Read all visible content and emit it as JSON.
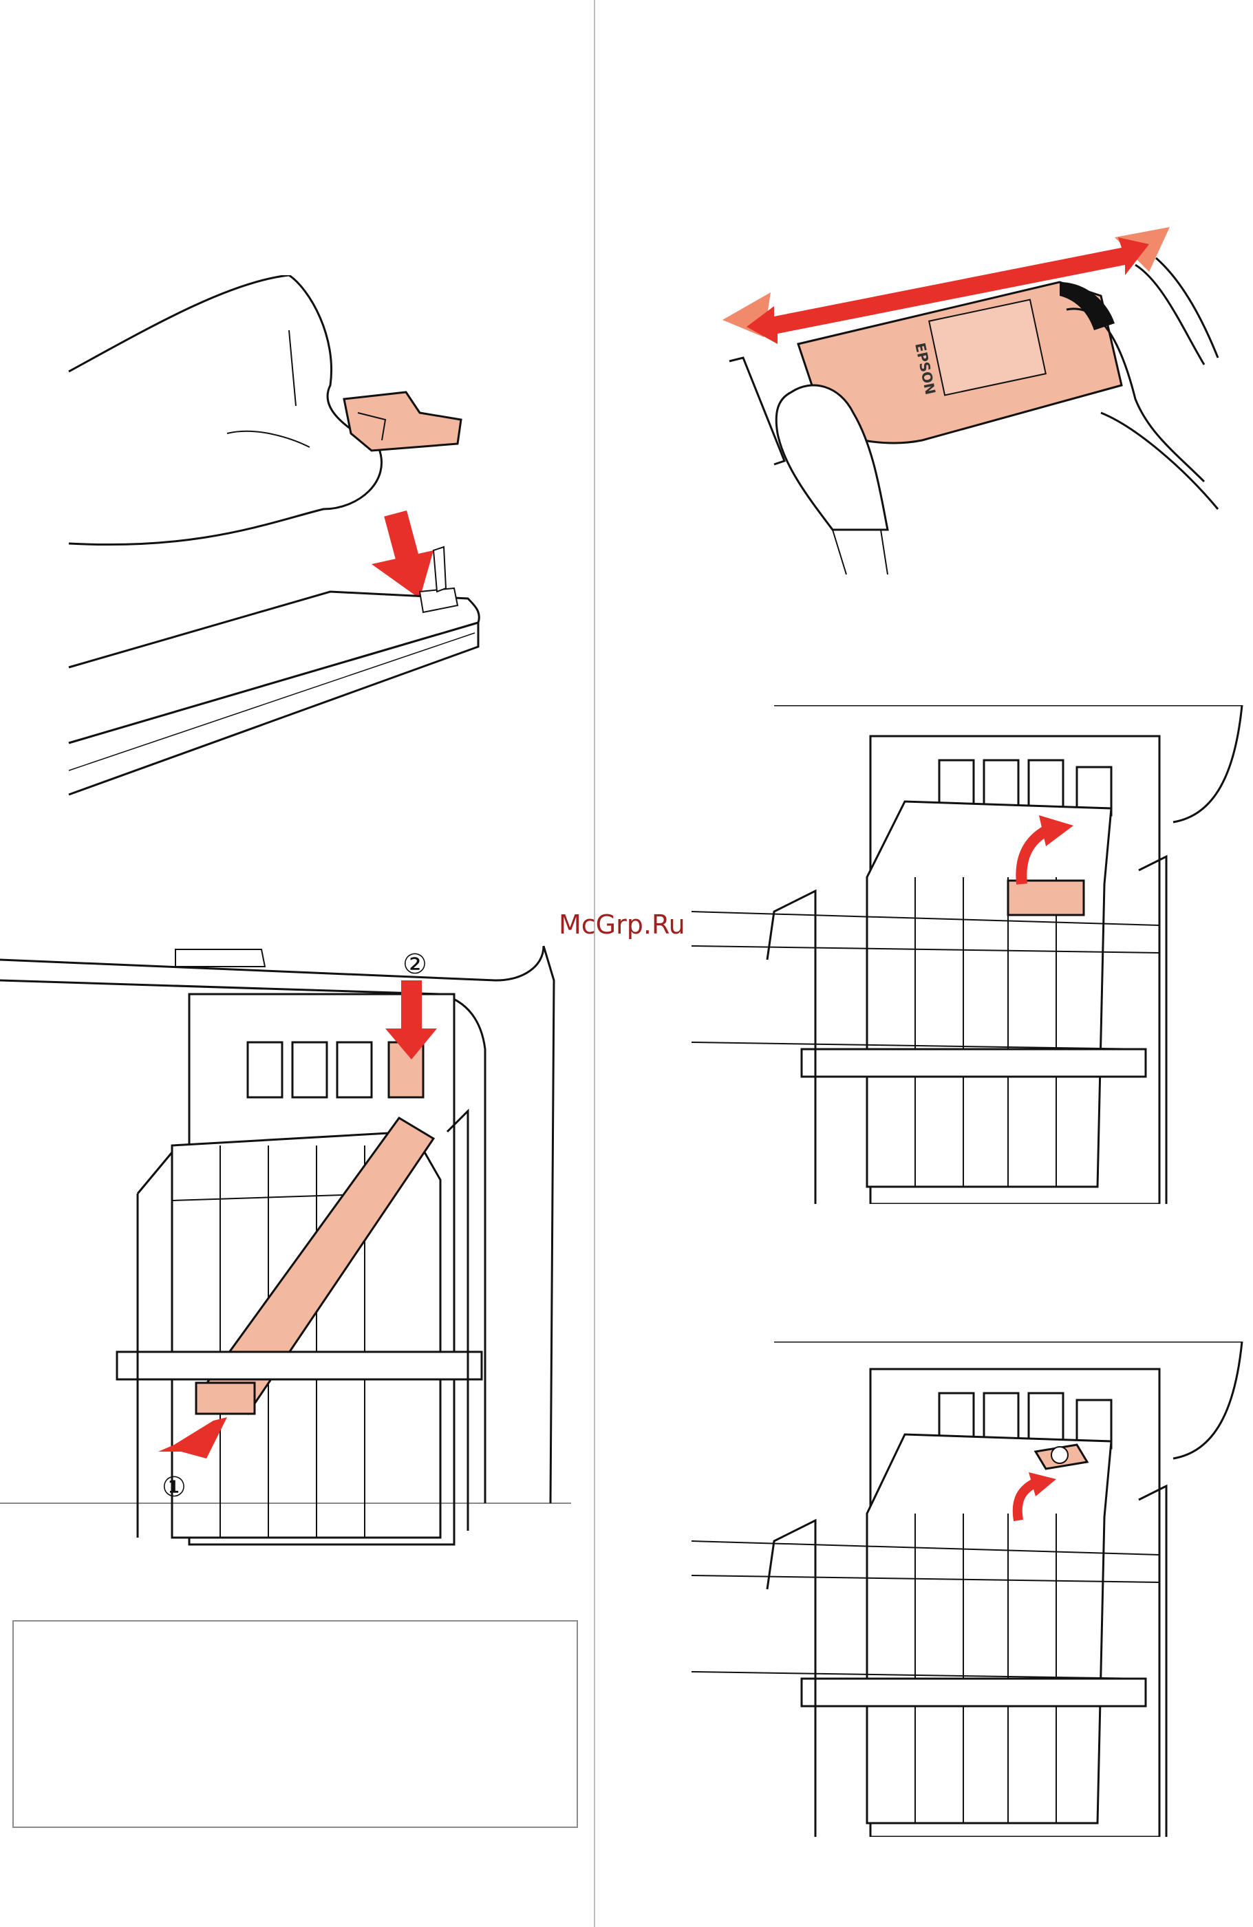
{
  "watermark": "McGrp.Ru",
  "figures": {
    "bottom_left": {
      "step_1": "①",
      "step_2": "②"
    },
    "bag": {
      "brand": "EPSON"
    }
  },
  "colors": {
    "accent_red": "#e8302a",
    "part_peach": "#f2b8a0",
    "outline": "#111111"
  }
}
